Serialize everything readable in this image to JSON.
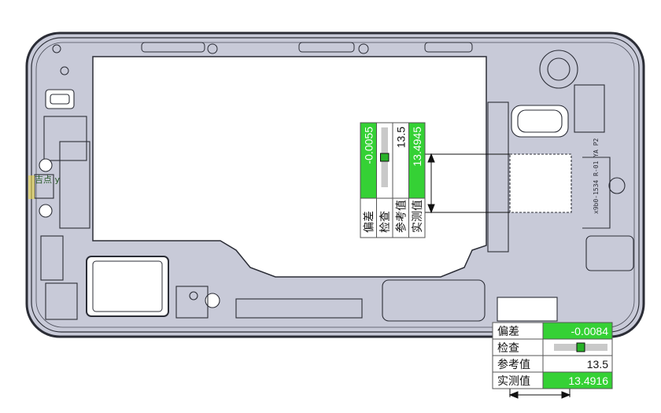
{
  "colors": {
    "frame_fill": "#c8cad8",
    "frame_stroke": "#2b2d36",
    "highlight_green": "#35d135",
    "indicator_bar": "#c9c9c9",
    "indicator_marker": "#27b227",
    "white": "#ffffff"
  },
  "axis_tag": {
    "text": "吉点 y"
  },
  "callout_vertical": {
    "rows": [
      {
        "label": "偏差",
        "value": "-0.0055",
        "highlight": true
      },
      {
        "label": "检查",
        "value": "",
        "indicator": true
      },
      {
        "label": "参考值",
        "value": "13.5",
        "highlight": false
      },
      {
        "label": "实测值",
        "value": "13.4945",
        "highlight": true
      }
    ]
  },
  "callout_horizontal": {
    "rows": [
      {
        "label": "偏差",
        "value": "-0.0084",
        "highlight": true
      },
      {
        "label": "检查",
        "value": "",
        "indicator": true
      },
      {
        "label": "参考值",
        "value": "13.5",
        "highlight": false
      },
      {
        "label": "实测值",
        "value": "13.4916",
        "highlight": true
      }
    ]
  },
  "part_marking": {
    "text": "x9b0-1534 R-01 YA P2"
  }
}
